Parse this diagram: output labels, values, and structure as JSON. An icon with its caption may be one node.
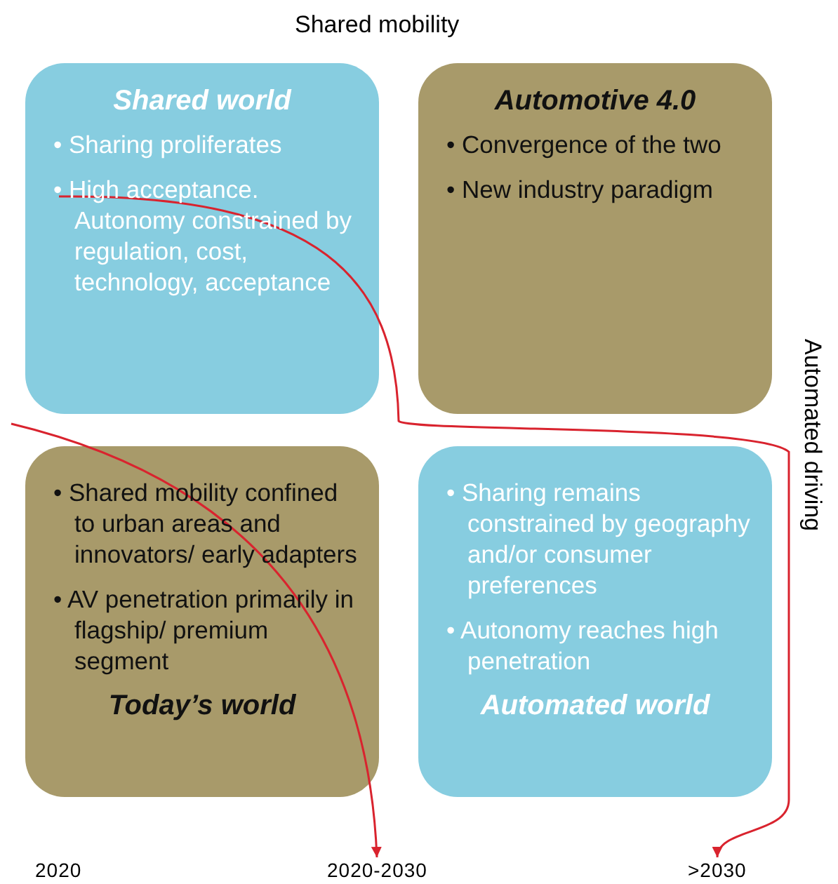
{
  "diagram": {
    "nodes": [
      {
        "text": [
          "Shared world",
          "• Sharing proliferates",
          "• High acceptance. Autonomy constrained by regulation, cost, technology, acceptance"
        ]
      },
      {
        "text": [
          "Automotive 4.0",
          "• Convergence of the two",
          "• New industry paradigm"
        ]
      },
      {
        "text": [
          "• Shared mobility confined to urban areas and innovators/ early adapters",
          "• AV penetration primarily in flagship/ premium segment",
          "Today’s world"
        ]
      },
      {
        "text": [
          "• Sharing remains constrained by geography and/or consumer preferences",
          "• Autonomy reaches high penetration",
          "Automated world"
        ]
      },
      {
        "text": [
          "2020-2030"
        ]
      },
      {
        "text": [
          ">2030"
        ]
      }
    ],
    "edges": [
      {
        "from": 0,
        "to": 5,
        "arrow": "to"
      },
      {
        "from": null,
        "to": 4,
        "arrow": "to"
      }
    ],
    "labels": [
      "Shared mobility",
      "Automated driving",
      "2020"
    ]
  }
}
